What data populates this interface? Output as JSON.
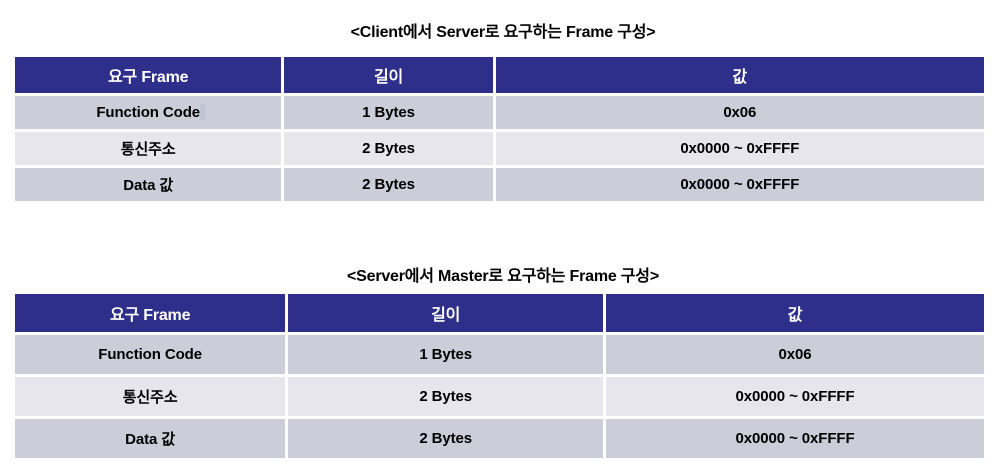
{
  "document": {
    "background_color": "#ffffff",
    "header_color": "#2e2e8b",
    "row_dark_color": "#cbcdd8",
    "row_light_color": "#e6e6ec",
    "grid_line_color": "#ffffff"
  },
  "sections": [
    {
      "id": "client-to-server",
      "title": "<Client에서 Server로 요구하는 Frame 구성>",
      "table": {
        "columns": [
          "요구 Frame",
          "길이",
          "값"
        ],
        "column_widths": [
          "27.8%",
          "21.8%",
          "50.4%"
        ],
        "rows": [
          {
            "frame": "Function Code",
            "length": "1 Bytes",
            "value": "0x06"
          },
          {
            "frame": "통신주소",
            "length": "2 Bytes",
            "value": "0x0000 ~ 0xFFFF"
          },
          {
            "frame": "Data 값",
            "length": "2 Bytes",
            "value": "0x0000 ~ 0xFFFF"
          }
        ]
      }
    },
    {
      "id": "server-to-master",
      "title": "<Server에서 Master로 요구하는 Frame 구성>",
      "table": {
        "columns": [
          "요구 Frame",
          "길이",
          "값"
        ],
        "column_widths": [
          "28.2%",
          "32.8%",
          "39.0%"
        ],
        "rows": [
          {
            "frame": "Function Code",
            "length": "1 Bytes",
            "value": "0x06"
          },
          {
            "frame": "통신주소",
            "length": "2 Bytes",
            "value": "0x0000 ~ 0xFFFF"
          },
          {
            "frame": "Data 값",
            "length": "2 Bytes",
            "value": "0x0000 ~ 0xFFFF"
          }
        ]
      }
    }
  ]
}
